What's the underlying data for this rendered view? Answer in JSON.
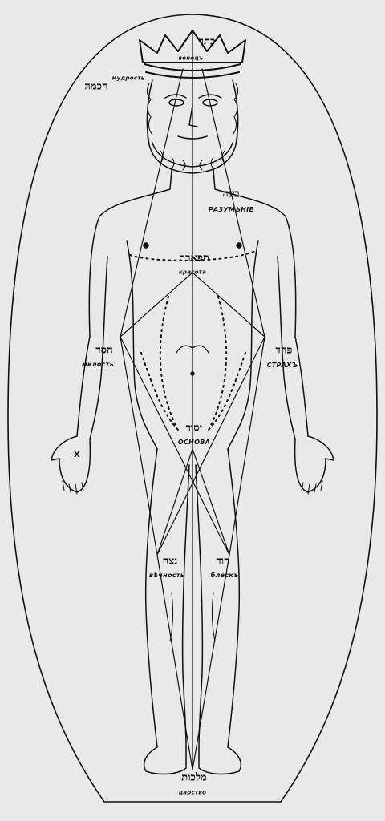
{
  "colors": {
    "paper": "#e9e9e9",
    "ink": "#111111"
  },
  "sefirot": {
    "keter": {
      "hebrew": "כתר",
      "russian": "венецъ"
    },
    "chokhmah": {
      "hebrew": "חכמה",
      "russian": "мудрость"
    },
    "binah": {
      "hebrew": "בינה",
      "russian": "РАЗУМѢНIЕ"
    },
    "tiferet": {
      "hebrew": "תפארת",
      "russian": "красота"
    },
    "chesed": {
      "hebrew": "חסד",
      "russian": "милость"
    },
    "gevurah": {
      "hebrew": "פחד",
      "russian": "СТРАХЪ"
    },
    "yesod": {
      "hebrew": "יסוד",
      "russian": "ОСНОВА"
    },
    "netzach": {
      "hebrew": "נצח",
      "russian": "вѣчность"
    },
    "hod": {
      "hebrew": "הוד",
      "russian": "блескъ"
    },
    "malkhut": {
      "hebrew": "מלכות",
      "russian": "царство"
    }
  },
  "palm_mark": "X"
}
